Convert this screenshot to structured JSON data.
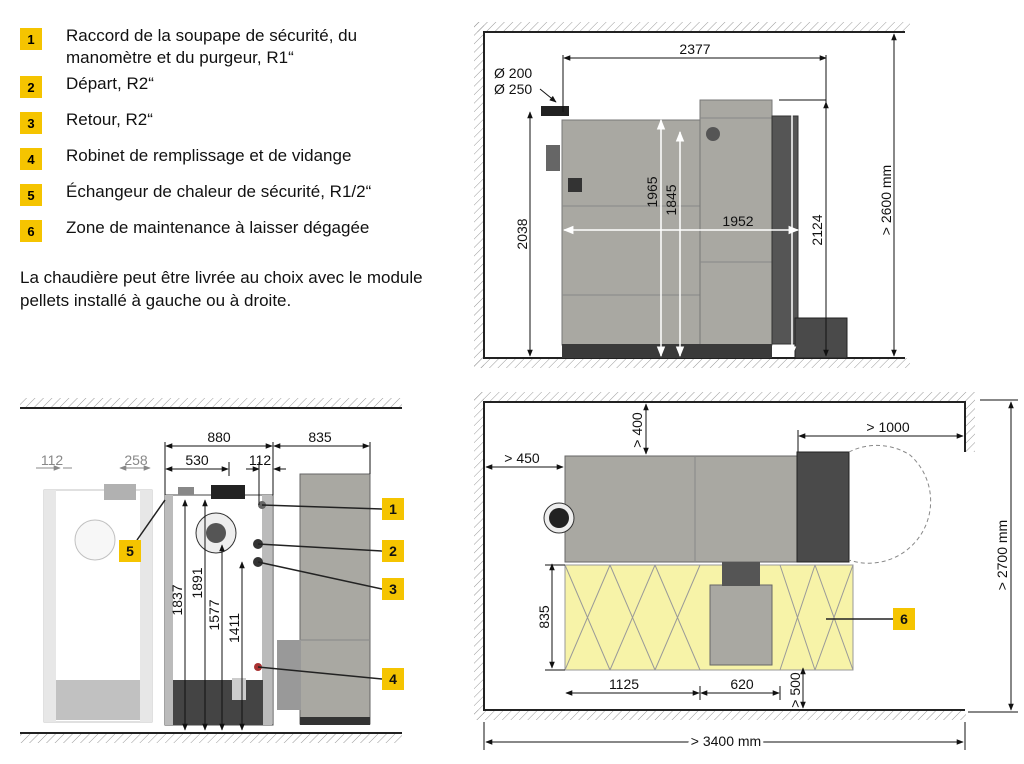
{
  "legend": [
    {
      "num": "1",
      "text": "Raccord de la soupape de sécurité, du manomètre et du purgeur, R1“"
    },
    {
      "num": "2",
      "text": "Départ, R2“"
    },
    {
      "num": "3",
      "text": "Retour, R2“"
    },
    {
      "num": "4",
      "text": "Robinet de remplissage et de vidange"
    },
    {
      "num": "5",
      "text": "Échangeur de chaleur de sécurité, R1/2“"
    },
    {
      "num": "6",
      "text": "Zone de maintenance à laisser dégagée"
    }
  ],
  "note": "La chaudière peut être livrée au choix avec le module pellets installé à gauche ou à droite.",
  "side_view": {
    "d2377": "2377",
    "flue1": "Ø 200",
    "flue2": "Ø 250",
    "d2038": "2038",
    "d1965": "1965",
    "d1845": "1845",
    "d1952": "1952",
    "d2124": "2124",
    "room_height": "> 2600 mm"
  },
  "front_view": {
    "d880": "880",
    "d835": "835",
    "d530": "530",
    "d112a": "112",
    "d112b": "112",
    "d258": "258",
    "d1837": "1837",
    "d1891": "1891",
    "d1577": "1577",
    "d1411": "1411"
  },
  "top_view": {
    "d400": "> 400",
    "d450": "> 450",
    "d1000": "> 1000",
    "d835": "835",
    "d1125": "1125",
    "d620": "620",
    "d500": "> 500",
    "room_depth": "> 2700 mm",
    "room_width": "> 3400 mm"
  },
  "colors": {
    "badge": "#f5c400",
    "zone": "#f7f3a8",
    "machine": "#a9a8a2",
    "dark": "#4a4a4a"
  }
}
